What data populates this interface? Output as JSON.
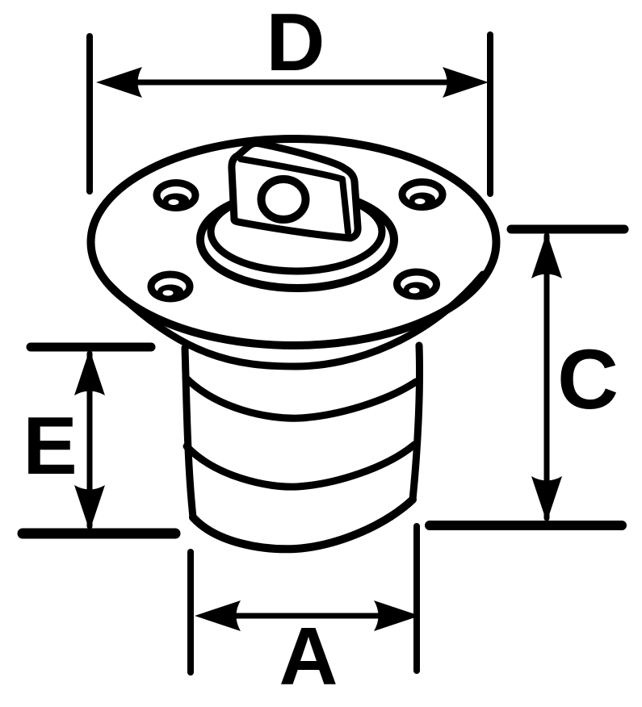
{
  "drawing": {
    "labels": {
      "flange_diameter": "D",
      "overall_height": "C",
      "shank_length": "E",
      "body_diameter": "A"
    },
    "colors": {
      "line": "#000000",
      "background": "#ffffff"
    }
  }
}
